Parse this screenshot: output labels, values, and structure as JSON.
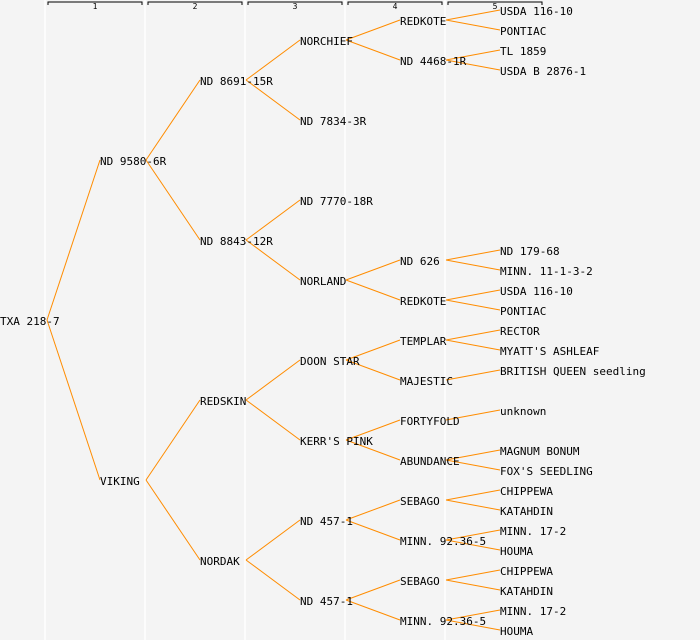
{
  "columns": [
    "1",
    "2",
    "3",
    "4",
    "5"
  ],
  "colors": {
    "line": "#ff8c00",
    "highlight": "#0000ff",
    "text": "#000000"
  },
  "tree": {
    "label": "TXA 218-7",
    "children": [
      {
        "label": "ND 9580-6R",
        "children": [
          {
            "label": "ND 8691-15R",
            "children": [
              {
                "label": "NORCHIEF",
                "children": [
                  {
                    "label": "REDKOTE",
                    "children": [
                      {
                        "label": "USDA 116-10"
                      },
                      {
                        "label": "PONTIAC"
                      }
                    ]
                  },
                  {
                    "label": "ND 4468-1R",
                    "children": [
                      {
                        "label": "TL 1859"
                      },
                      {
                        "label": "USDA B 2876-1"
                      }
                    ]
                  }
                ]
              },
              {
                "label": "ND 7834-3R"
              }
            ]
          },
          {
            "label": "ND 8843-12R",
            "children": [
              {
                "label": "ND 7770-18R"
              },
              {
                "label": "NORLAND",
                "children": [
                  {
                    "label": "ND 626",
                    "children": [
                      {
                        "label": "ND 179-68"
                      },
                      {
                        "label": "MINN. 11-1-3-2"
                      }
                    ]
                  },
                  {
                    "label": "REDKOTE",
                    "children": [
                      {
                        "label": "USDA 116-10"
                      },
                      {
                        "label": "PONTIAC"
                      }
                    ]
                  }
                ]
              }
            ]
          }
        ]
      },
      {
        "label": "VIKING",
        "children": [
          {
            "label": "REDSKIN",
            "highlight": true,
            "children": [
              {
                "label": "DOON STAR",
                "children": [
                  {
                    "label": "TEMPLAR",
                    "children": [
                      {
                        "label": "RECTOR"
                      },
                      {
                        "label": "MYATT'S ASHLEAF"
                      }
                    ]
                  },
                  {
                    "label": "MAJESTIC",
                    "children": [
                      {
                        "label": "BRITISH QUEEN seedling"
                      }
                    ]
                  }
                ]
              },
              {
                "label": "KERR'S PINK",
                "children": [
                  {
                    "label": "FORTYFOLD",
                    "children": [
                      {
                        "label": "unknown"
                      }
                    ]
                  },
                  {
                    "label": "ABUNDANCE",
                    "children": [
                      {
                        "label": "MAGNUM BONUM"
                      },
                      {
                        "label": "FOX'S SEEDLING"
                      }
                    ]
                  }
                ]
              }
            ]
          },
          {
            "label": "NORDAK",
            "children": [
              {
                "label": "ND 457-1",
                "children": [
                  {
                    "label": "SEBAGO",
                    "children": [
                      {
                        "label": "CHIPPEWA"
                      },
                      {
                        "label": "KATAHDIN"
                      }
                    ]
                  },
                  {
                    "label": "MINN. 92.36-5",
                    "children": [
                      {
                        "label": "MINN. 17-2"
                      },
                      {
                        "label": "HOUMA"
                      }
                    ]
                  }
                ]
              },
              {
                "label": "ND 457-1",
                "children": [
                  {
                    "label": "SEBAGO",
                    "children": [
                      {
                        "label": "CHIPPEWA"
                      },
                      {
                        "label": "KATAHDIN"
                      }
                    ]
                  },
                  {
                    "label": "MINN. 92.36-5",
                    "children": [
                      {
                        "label": "MINN. 17-2"
                      },
                      {
                        "label": "HOUMA"
                      }
                    ]
                  }
                ]
              }
            ]
          }
        ]
      }
    ]
  }
}
